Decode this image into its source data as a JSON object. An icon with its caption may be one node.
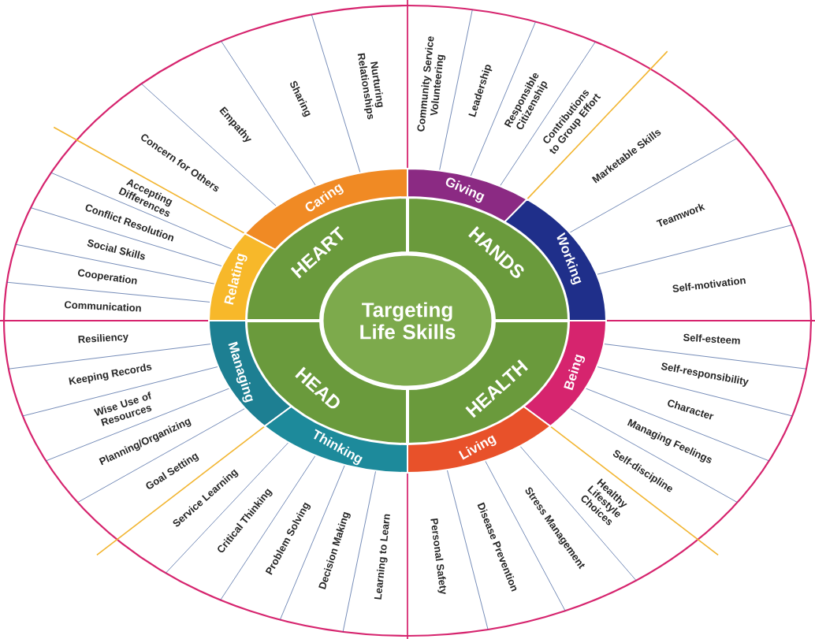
{
  "diagram": {
    "nodes": [
      {
        "text": [
          "Targeting Life Skills"
        ]
      },
      {
        "text": [
          "HEART"
        ]
      },
      {
        "text": [
          "HANDS"
        ]
      },
      {
        "text": [
          "HEALTH"
        ]
      },
      {
        "text": [
          "HEAD"
        ]
      },
      {
        "text": [
          "Caring"
        ]
      },
      {
        "text": [
          "Giving"
        ]
      },
      {
        "text": [
          "Relating"
        ]
      },
      {
        "text": [
          "Working"
        ]
      },
      {
        "text": [
          "Managing"
        ]
      },
      {
        "text": [
          "Being"
        ]
      },
      {
        "text": [
          "Thinking"
        ]
      },
      {
        "text": [
          "Living"
        ]
      },
      {
        "text": [
          "Concern for Others"
        ]
      },
      {
        "text": [
          "Empathy"
        ]
      },
      {
        "text": [
          "Sharing"
        ]
      },
      {
        "text": [
          "Nurturing Relationships"
        ]
      },
      {
        "text": [
          "Community Service Volunteering"
        ]
      },
      {
        "text": [
          "Leadership"
        ]
      },
      {
        "text": [
          "Responsible Citizenship"
        ]
      },
      {
        "text": [
          "Contributions to Group Effort"
        ]
      },
      {
        "text": [
          "Accepting Differences"
        ]
      },
      {
        "text": [
          "Conflict Resolution"
        ]
      },
      {
        "text": [
          "Social Skills"
        ]
      },
      {
        "text": [
          "Cooperation"
        ]
      },
      {
        "text": [
          "Communication"
        ]
      },
      {
        "text": [
          "Marketable Skills"
        ]
      },
      {
        "text": [
          "Teamwork"
        ]
      },
      {
        "text": [
          "Self-motivation"
        ]
      },
      {
        "text": [
          "Resiliency"
        ]
      },
      {
        "text": [
          "Keeping Records"
        ]
      },
      {
        "text": [
          "Wise Use of Resources"
        ]
      },
      {
        "text": [
          "Planning/Organizing"
        ]
      },
      {
        "text": [
          "Goal Setting"
        ]
      },
      {
        "text": [
          "Self-esteem"
        ]
      },
      {
        "text": [
          "Self-responsibility"
        ]
      },
      {
        "text": [
          "Character"
        ]
      },
      {
        "text": [
          "Managing Feelings"
        ]
      },
      {
        "text": [
          "Self-discipline"
        ]
      },
      {
        "text": [
          "Service Learning"
        ]
      },
      {
        "text": [
          "Critical Thinking"
        ]
      },
      {
        "text": [
          "Problem Solving"
        ]
      },
      {
        "text": [
          "Decision Making"
        ]
      },
      {
        "text": [
          "Learning to Learn"
        ]
      },
      {
        "text": [
          "Healthy Lifestyle Choices"
        ]
      },
      {
        "text": [
          "Stress Management"
        ]
      },
      {
        "text": [
          "Disease Prevention"
        ]
      },
      {
        "text": [
          "Personal Safety"
        ]
      }
    ]
  }
}
